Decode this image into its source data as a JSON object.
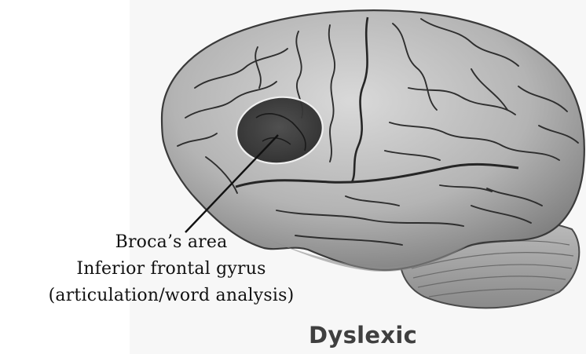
{
  "labels": {
    "region_name": "Broca’s area",
    "gyrus_name": "Inferior frontal gyrus",
    "function": "(articulation/word analysis)"
  },
  "caption": "Dyslexic",
  "colors": {
    "brain_fill": "#bdbdbd",
    "brain_shadow": "#6f6f6f",
    "sulcus": "#2b2b2b",
    "highlight_region": "#3a3a3a",
    "cerebellum": "#a8a8a8",
    "text": "#111111",
    "caption": "#3f3f3f"
  }
}
